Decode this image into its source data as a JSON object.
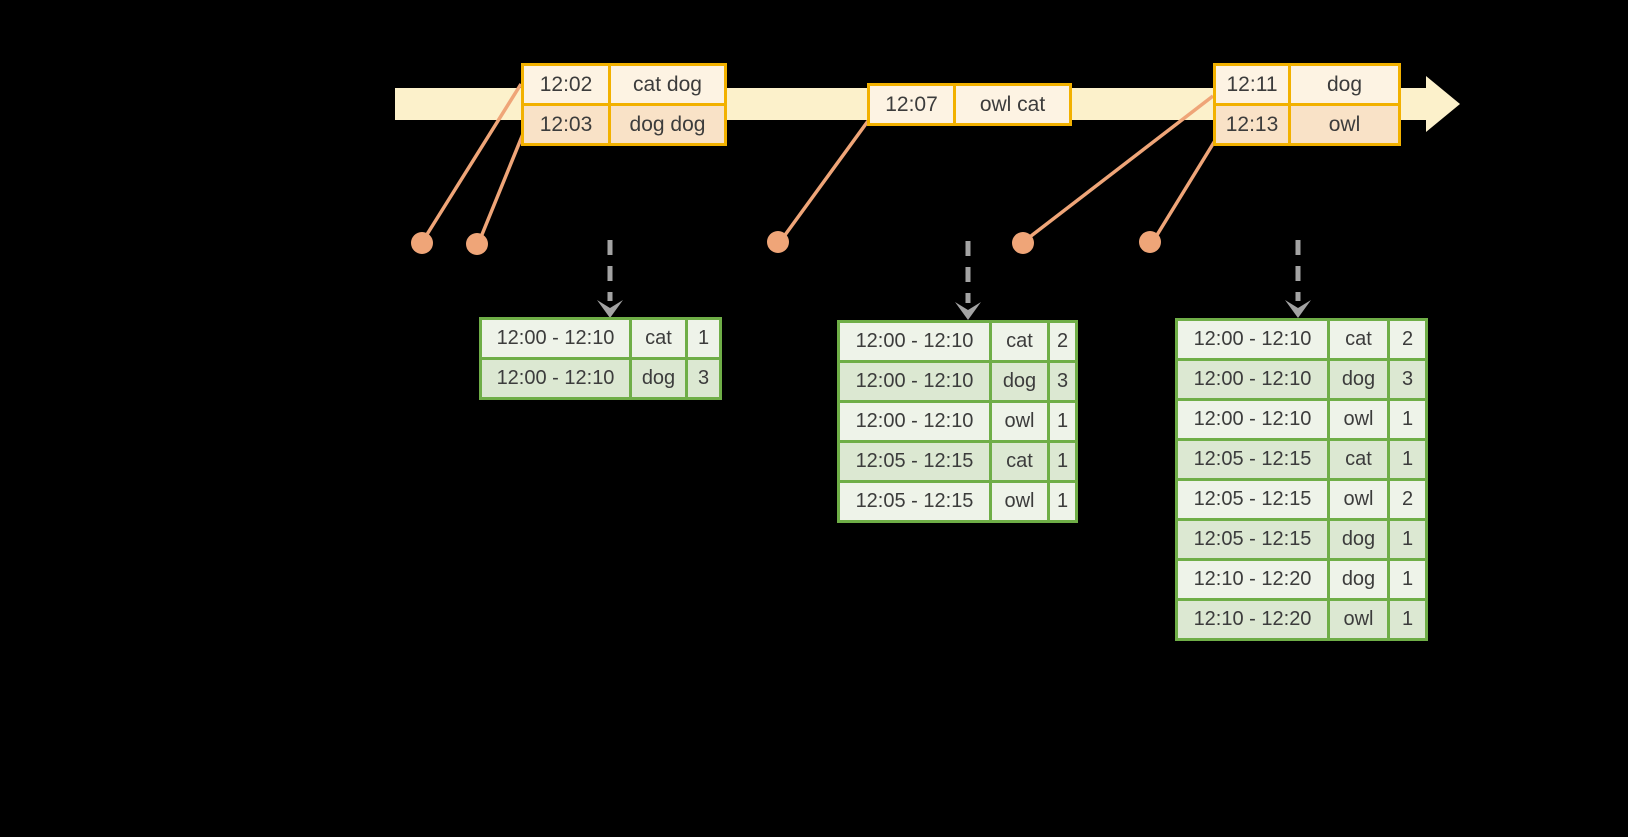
{
  "colors": {
    "background": "#000000",
    "timeline_bar": "#FCF1CB",
    "gold_border": "#F2B100",
    "peach_fill_dark": "#F9E2C7",
    "peach_fill_light": "#FDF3E3",
    "salmon_connector": "#EFA578",
    "green_border": "#6FAE47",
    "green_fill_dark": "#DCE8D2",
    "green_fill_light": "#EEF3E9",
    "trigger_arrow_gray": "#A3A3A3",
    "text": "#3C3C3C"
  },
  "timeline": {
    "event_tables": [
      {
        "rows": [
          {
            "time": "12:02",
            "words": "cat dog"
          },
          {
            "time": "12:03",
            "words": "dog dog"
          }
        ]
      },
      {
        "rows": [
          {
            "time": "12:07",
            "words": "owl cat"
          }
        ]
      },
      {
        "rows": [
          {
            "time": "12:11",
            "words": "dog"
          },
          {
            "time": "12:13",
            "words": "owl"
          }
        ]
      }
    ]
  },
  "result_tables": [
    {
      "rows": [
        [
          "12:00 - 12:10",
          "cat",
          "1"
        ],
        [
          "12:00 - 12:10",
          "dog",
          "3"
        ]
      ]
    },
    {
      "rows": [
        [
          "12:00 - 12:10",
          "cat",
          "2"
        ],
        [
          "12:00 - 12:10",
          "dog",
          "3"
        ],
        [
          "12:00 - 12:10",
          "owl",
          "1"
        ],
        [
          "12:05 - 12:15",
          "cat",
          "1"
        ],
        [
          "12:05 - 12:15",
          "owl",
          "1"
        ]
      ]
    },
    {
      "rows": [
        [
          "12:00 - 12:10",
          "cat",
          "2"
        ],
        [
          "12:00 - 12:10",
          "dog",
          "3"
        ],
        [
          "12:00 - 12:10",
          "owl",
          "1"
        ],
        [
          "12:05 - 12:15",
          "cat",
          "1"
        ],
        [
          "12:05 - 12:15",
          "owl",
          "2"
        ],
        [
          "12:05 - 12:15",
          "dog",
          "1"
        ],
        [
          "12:10 - 12:20",
          "dog",
          "1"
        ],
        [
          "12:10 - 12:20",
          "owl",
          "1"
        ]
      ]
    }
  ]
}
